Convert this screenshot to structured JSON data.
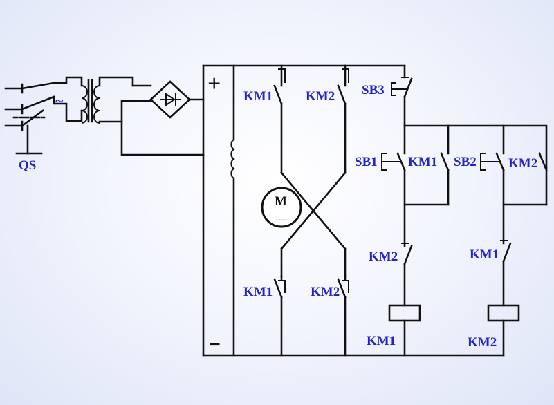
{
  "labels": {
    "qs": "QS",
    "ac_symbol": "~",
    "plus": "+",
    "minus": "−",
    "motor_top": "M",
    "motor_bottom": "—",
    "km1_top": "KM1",
    "km2_top": "KM2",
    "km1_bottom": "KM1",
    "km2_bottom": "KM2",
    "sb3": "SB3",
    "sb1": "SB1",
    "km1_hold": "KM1",
    "sb2": "SB2",
    "km2_hold": "KM2",
    "km2_interlock": "KM2",
    "km1_interlock": "KM1",
    "km1_coil": "KM1",
    "km2_coil": "KM2"
  },
  "colors": {
    "label": "#2323c8",
    "wire": "#111111"
  }
}
